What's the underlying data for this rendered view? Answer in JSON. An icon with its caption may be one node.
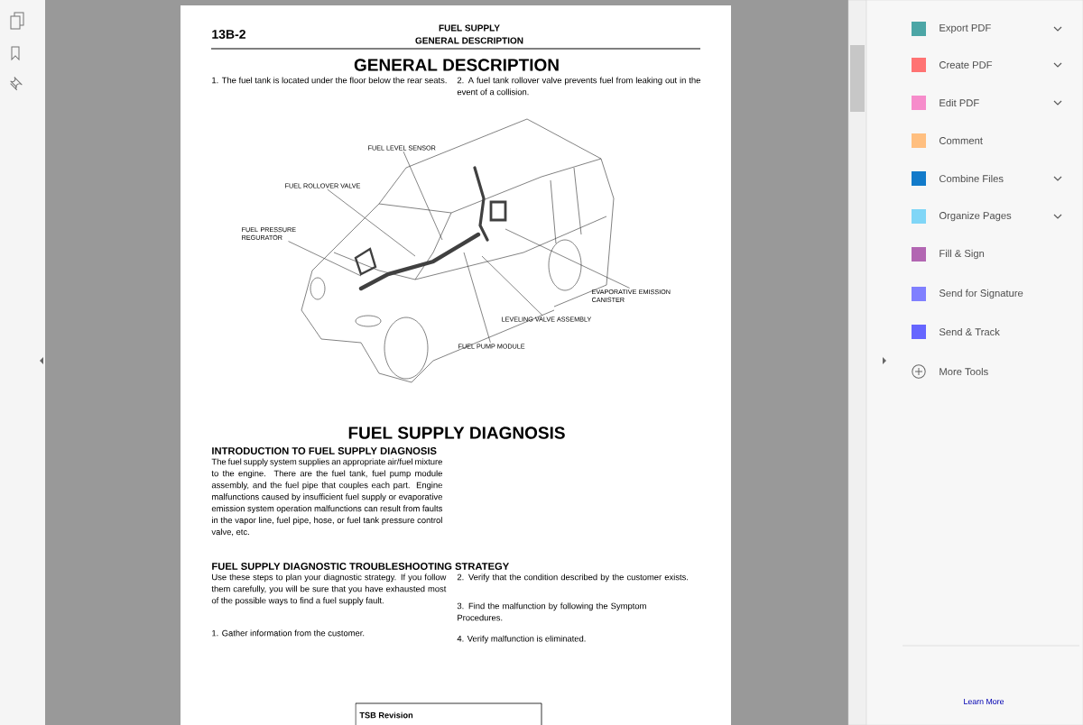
{
  "diagram": {
    "nodes": [
      {
        "text": [
          "FUEL LEVEL SENSOR"
        ]
      },
      {
        "text": [
          "FUEL ROLLOVER VALVE"
        ]
      },
      {
        "text": [
          "FUEL PRESSURE REGURATOR"
        ]
      },
      {
        "text": [
          "EVAPORATIVE EMISSION CANISTER"
        ]
      },
      {
        "text": [
          "LEVELING VALVE ASSEMBLY"
        ]
      },
      {
        "text": [
          "FUEL PUMP MODULE"
        ]
      }
    ],
    "edges": [
      {
        "from": 0,
        "to": null,
        "arrow": "none"
      },
      {
        "from": 1,
        "to": null,
        "arrow": "none"
      },
      {
        "from": 2,
        "to": null,
        "arrow": "none"
      },
      {
        "from": 3,
        "to": null,
        "arrow": "none"
      },
      {
        "from": 4,
        "to": null,
        "arrow": "none"
      },
      {
        "from": 5,
        "to": null,
        "arrow": "none"
      }
    ],
    "labels": [
      "13B-2",
      "FUEL SUPPLY",
      "GENERAL DESCRIPTION",
      "GENERAL DESCRIPTION",
      "1. The fuel tank is located under the floor below the rear seats.",
      "2. A fuel tank rollover valve prevents fuel from leaking out in the event of a collision.",
      "FUEL SUPPLY DIAGNOSIS",
      "INTRODUCTION TO FUEL SUPPLY DIAGNOSIS",
      "The fuel supply system supplies an appropriate air/fuel mixture to the engine. There are the fuel tank, fuel pump module assembly, and the fuel pipe that couples each part. Engine malfunctions caused by insufficient fuel supply or evaporative emission system operation malfunctions can result from faults in the vapor line, fuel pipe, hose, or fuel tank pressure control valve, etc.",
      "FUEL SUPPLY DIAGNOSTIC TROUBLESHOOTING STRATEGY",
      "Use these steps to plan your diagnostic strategy. If you follow them carefully, you will be sure that you have exhausted most of the possible ways to find a fuel supply fault.",
      "1. Gather information from the customer.",
      "2. Verify that the condition described by the customer exists.",
      "3. Find the malfunction by following the Symptom Procedures.",
      "4. Verify malfunction is eliminated.",
      "TSB Revision",
      "Export PDF",
      "Create PDF",
      "Edit PDF",
      "Comment",
      "Combine Files",
      "Organize Pages",
      "Fill & Sign",
      "Send for Signature",
      "Send & Track",
      "More Tools",
      "Learn More"
    ]
  }
}
